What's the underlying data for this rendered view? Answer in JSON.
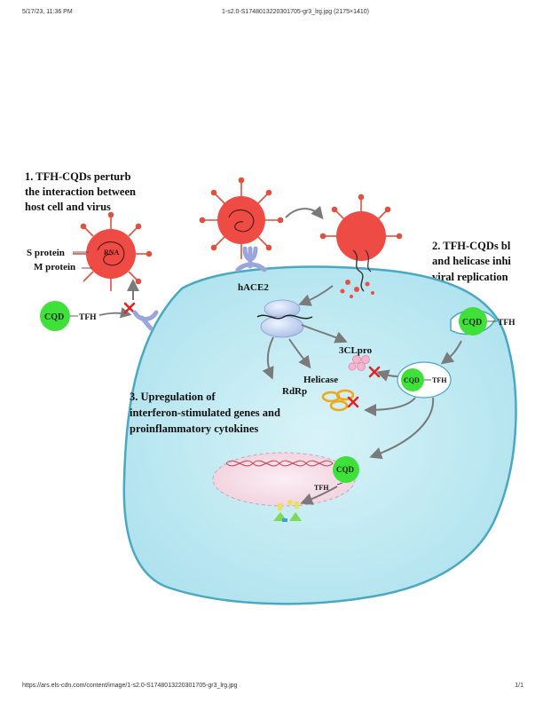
{
  "browser": {
    "timestamp": "5/17/23, 11:36 PM",
    "page_title": "1-s2.0-S1748013220301705-gr3_lrg.jpg (2175×1410)",
    "url": "https://ars.els-cdn.com/content/image/1-s2.0-S1748013220301705-gr3_lrg.jpg",
    "page_count": "1/1"
  },
  "figure": {
    "section1": {
      "line1": "1. TFH-CQDs perturb",
      "line2": "the interaction between",
      "line3": "host cell and virus"
    },
    "section2": {
      "line1": "2. TFH-CQDs bl",
      "line2": "and helicase inhi",
      "line3": "viral replication"
    },
    "section3": {
      "line1": "3. Upregulation of",
      "line2": "interferon-stimulated genes and",
      "line3": "proinflammatory cytokines"
    },
    "labels": {
      "s_protein": "S protein",
      "m_protein": "M protein",
      "rna": "RNA",
      "hace2": "hACE2",
      "cql": "3CLpro",
      "helicase": "Helicase",
      "rdrp": "RdRp",
      "cqd": "CQD",
      "tfh": "TFH"
    },
    "colors": {
      "cell_fill": "#bfe9f2",
      "cell_stroke": "#4aa8c0",
      "virus_red": "#ef4b45",
      "cqd_green": "#3fe03a",
      "receptor_blue": "#9aa6db",
      "nucleus_pink": "#f6dde6"
    }
  }
}
